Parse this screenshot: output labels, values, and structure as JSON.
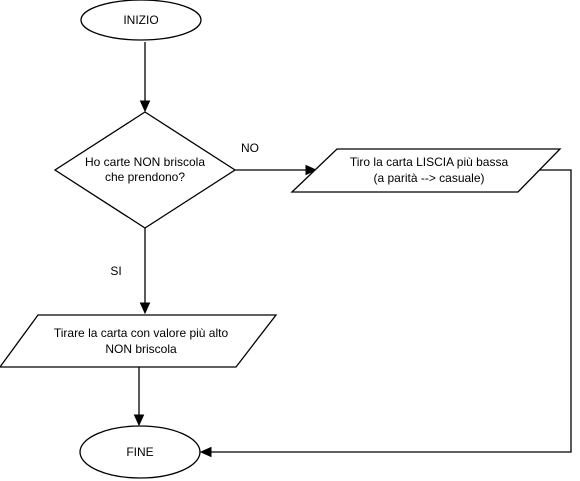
{
  "diagram": {
    "start_label": "INIZIO",
    "decision_line1": "Ho carte NON briscola",
    "decision_line2": "che prendono?",
    "edge_no_label": "NO",
    "edge_yes_label": "SI",
    "no_branch_line1": "Tiro la carta LISCIA più bassa",
    "no_branch_line2": "(a parità --> casuale)",
    "yes_branch_line1": "Tirare la carta con valore più alto",
    "yes_branch_line2": "NON briscola",
    "end_label": "FINE"
  }
}
